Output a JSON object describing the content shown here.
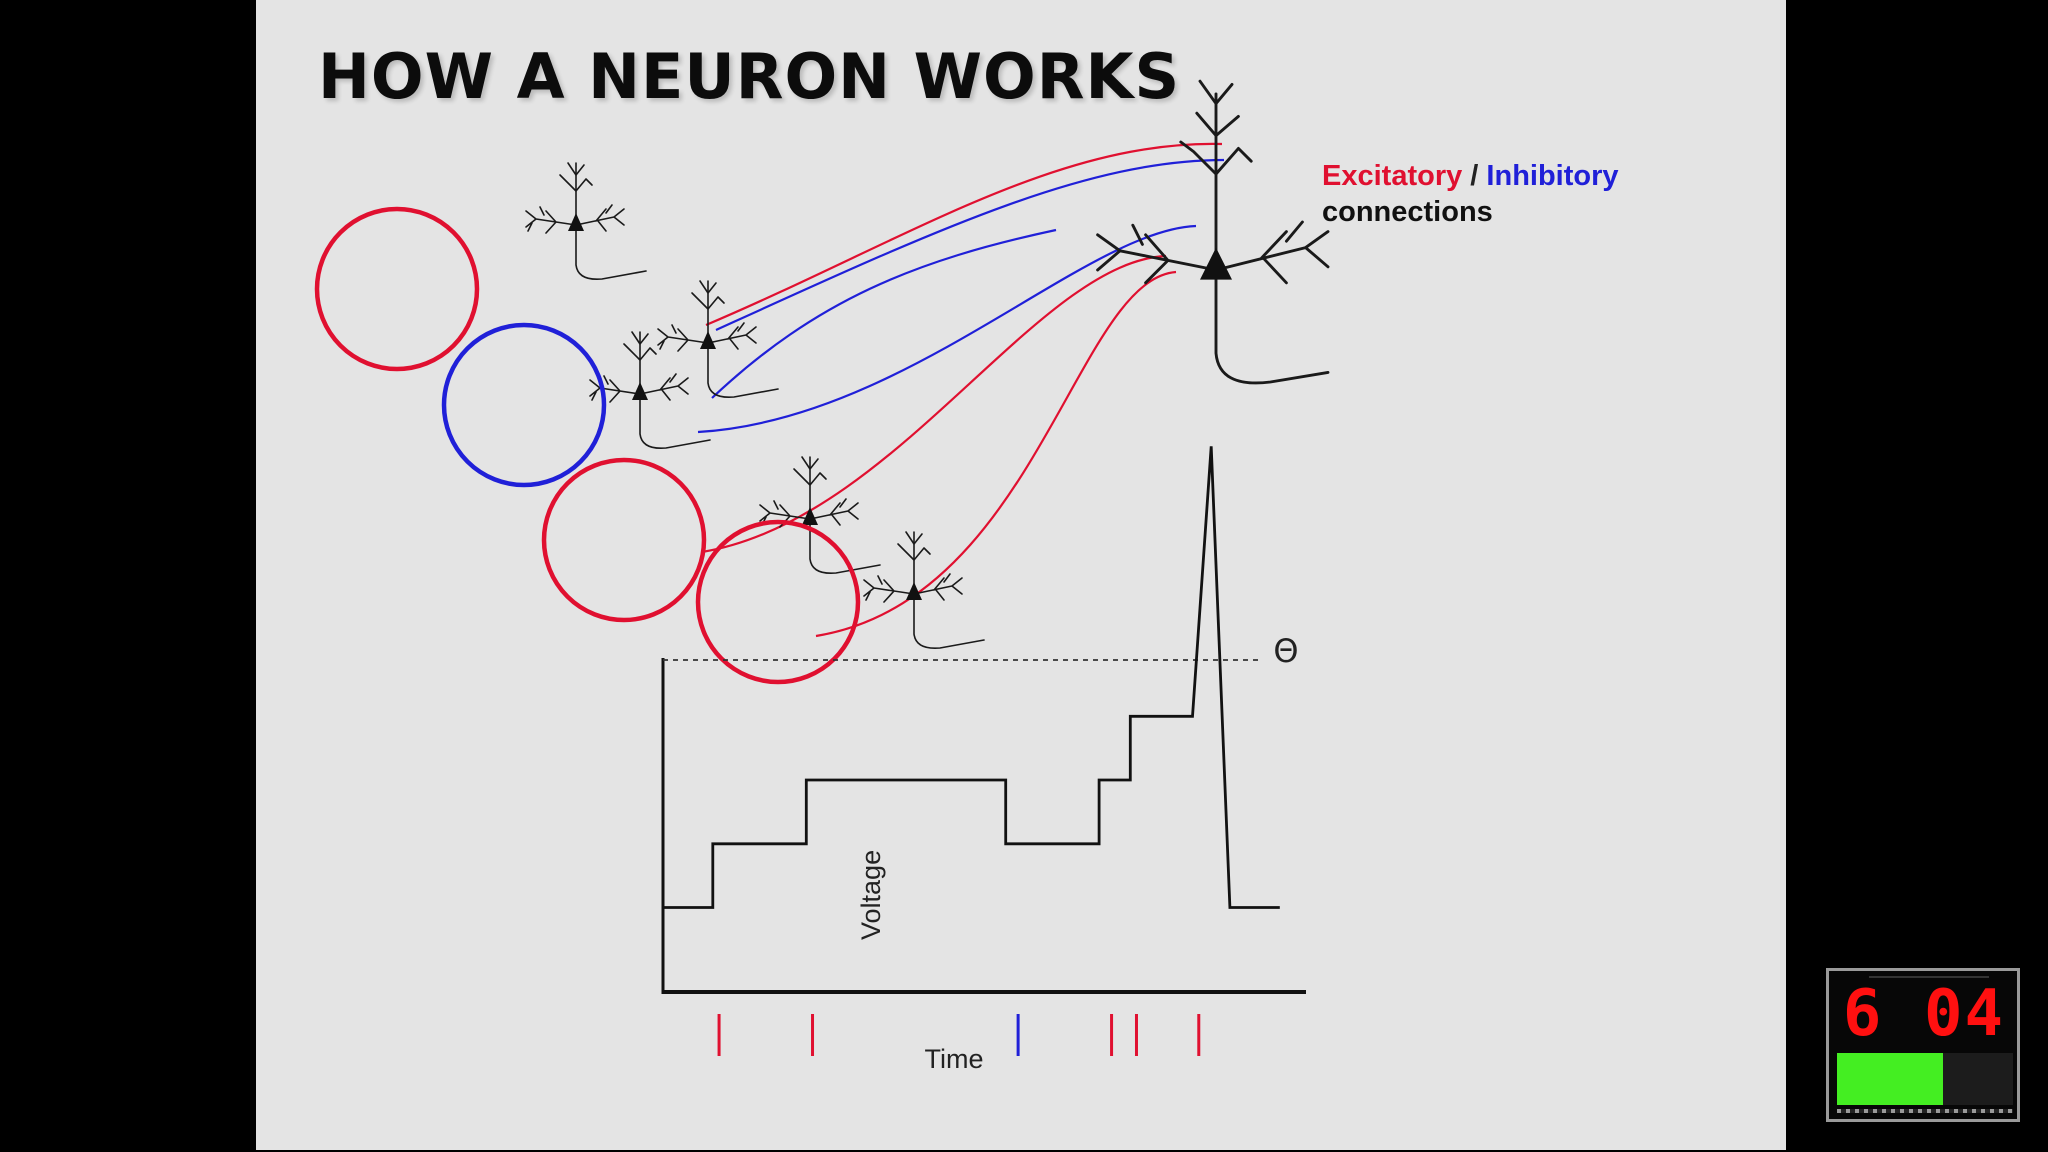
{
  "slide": {
    "title": "HOW A NEURON WORKS",
    "legend": {
      "excitatory": "Excitatory",
      "separator": "/",
      "inhibitory": "Inhibitory",
      "suffix": "connections"
    }
  },
  "colors": {
    "excitatory": "#e01030",
    "inhibitory": "#2020d8",
    "slide_background": "#e4e4e4",
    "ink": "#111111"
  },
  "chart_data": {
    "type": "line",
    "xlabel": "Time",
    "ylabel": "Voltage",
    "threshold_label": "Θ",
    "threshold": 0.88,
    "ylim": [
      0,
      1.2
    ],
    "xlim": [
      0,
      10
    ],
    "grid": false,
    "x": [
      0,
      0.8,
      0.8,
      2.3,
      2.3,
      5.5,
      5.5,
      7.0,
      7.0,
      7.5,
      7.5,
      8.5,
      8.5,
      8.8,
      9.1,
      9.9
    ],
    "y": [
      0.22,
      0.22,
      0.39,
      0.39,
      0.56,
      0.56,
      0.39,
      0.39,
      0.56,
      0.56,
      0.73,
      0.73,
      0.73,
      1.45,
      0.22,
      0.22
    ],
    "input_spikes": [
      {
        "t": 0.9,
        "type": "excitatory"
      },
      {
        "t": 2.4,
        "type": "excitatory"
      },
      {
        "t": 5.7,
        "type": "inhibitory"
      },
      {
        "t": 7.2,
        "type": "excitatory"
      },
      {
        "t": 7.6,
        "type": "excitatory"
      },
      {
        "t": 8.6,
        "type": "excitatory"
      }
    ]
  },
  "timer": {
    "digits": "6 04",
    "progress": 0.6
  }
}
